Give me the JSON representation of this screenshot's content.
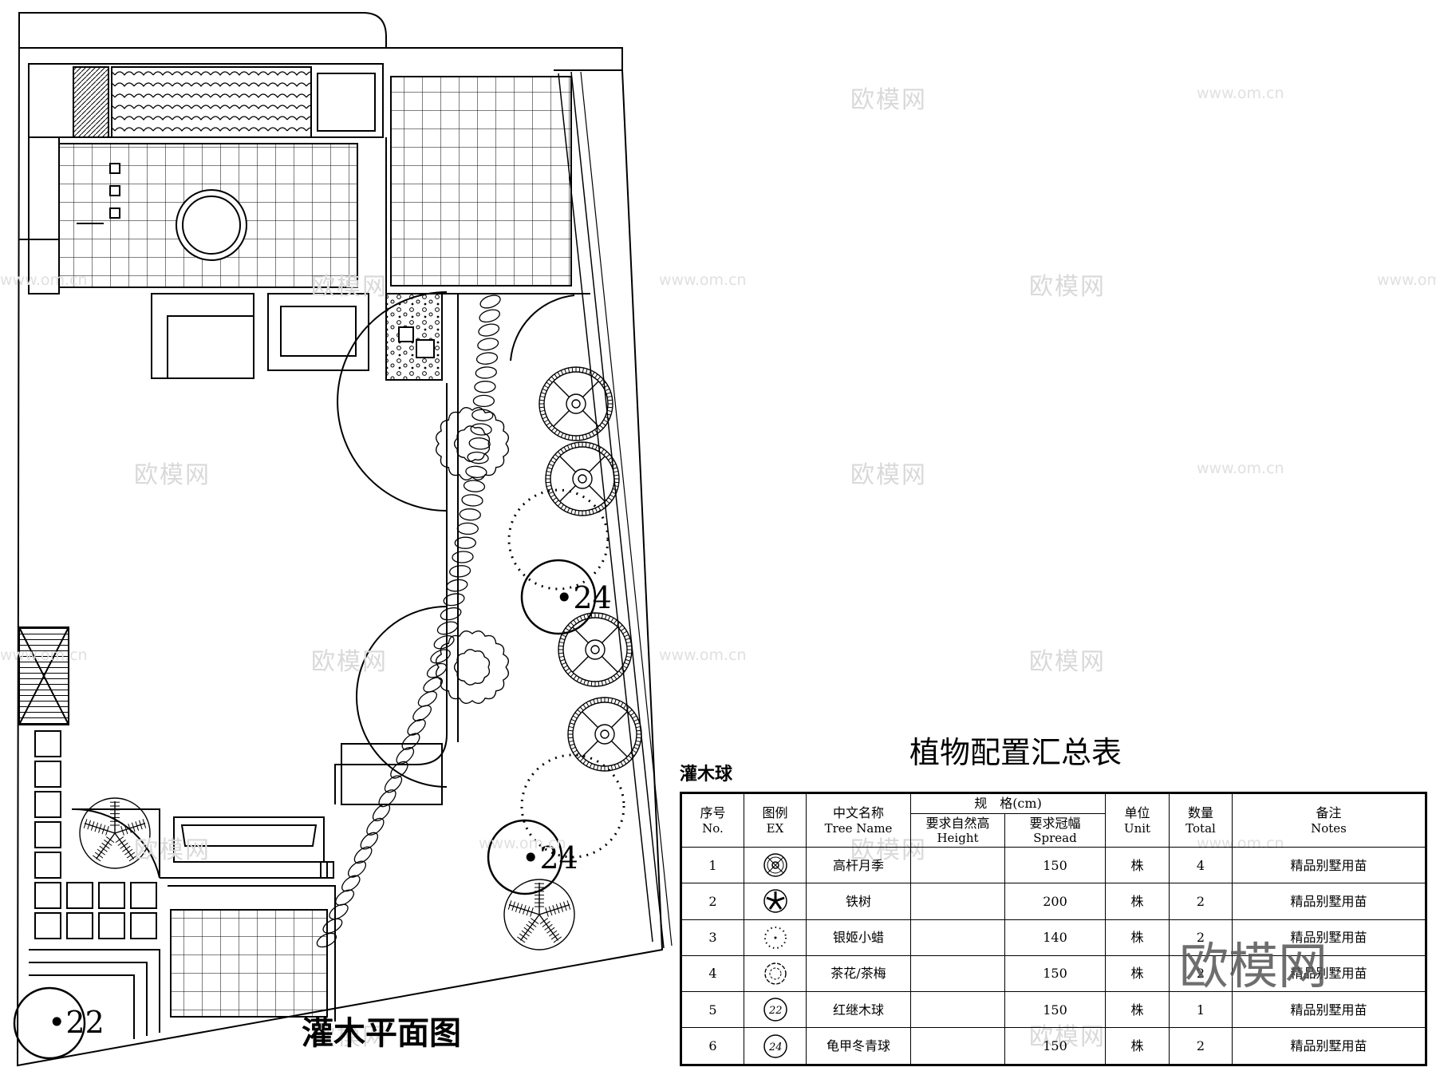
{
  "plan": {
    "title": "灌木平面图",
    "labels": [
      "•24",
      "•24",
      "•22"
    ]
  },
  "table": {
    "title": "植物配置汇总表",
    "subtitle": "灌木球",
    "headers": {
      "no": [
        "序号",
        "No."
      ],
      "ex": [
        "图例",
        "EX"
      ],
      "name": [
        "中文名称",
        "Tree Name"
      ],
      "spec": "规　格(cm)",
      "height": [
        "要求自然高",
        "Height"
      ],
      "spread": [
        "要求冠幅",
        "Spread"
      ],
      "unit": [
        "单位",
        "Unit"
      ],
      "total": [
        "数量",
        "Total"
      ],
      "notes": [
        "备注",
        "Notes"
      ]
    },
    "rows": [
      {
        "no": "1",
        "symbol": "rose-standard-icon",
        "name": "高杆月季",
        "height": "",
        "spread": "150",
        "unit": "株",
        "total": "4",
        "notes": "精品别墅用苗"
      },
      {
        "no": "2",
        "symbol": "cycad-icon",
        "name": "铁树",
        "height": "",
        "spread": "200",
        "unit": "株",
        "total": "2",
        "notes": "精品别墅用苗"
      },
      {
        "no": "3",
        "symbol": "dotted-circle-icon",
        "name": "银姬小蜡",
        "height": "",
        "spread": "140",
        "unit": "株",
        "total": "2",
        "notes": "精品别墅用苗"
      },
      {
        "no": "4",
        "symbol": "scalloped-circle-icon",
        "name": "茶花/茶梅",
        "height": "",
        "spread": "150",
        "unit": "株",
        "total": "2",
        "notes": "精品别墅用苗"
      },
      {
        "no": "5",
        "symbol": "circle-22-icon",
        "name": "红继木球",
        "height": "",
        "spread": "150",
        "unit": "株",
        "total": "1",
        "notes": "精品别墅用苗"
      },
      {
        "no": "6",
        "symbol": "circle-24-icon",
        "name": "龟甲冬青球",
        "height": "",
        "spread": "150",
        "unit": "株",
        "total": "2",
        "notes": "精品别墅用苗"
      }
    ],
    "symbol_labels": [
      "22",
      "24"
    ]
  },
  "watermarks": {
    "brand": "欧模网",
    "url": "www.om.cn"
  }
}
